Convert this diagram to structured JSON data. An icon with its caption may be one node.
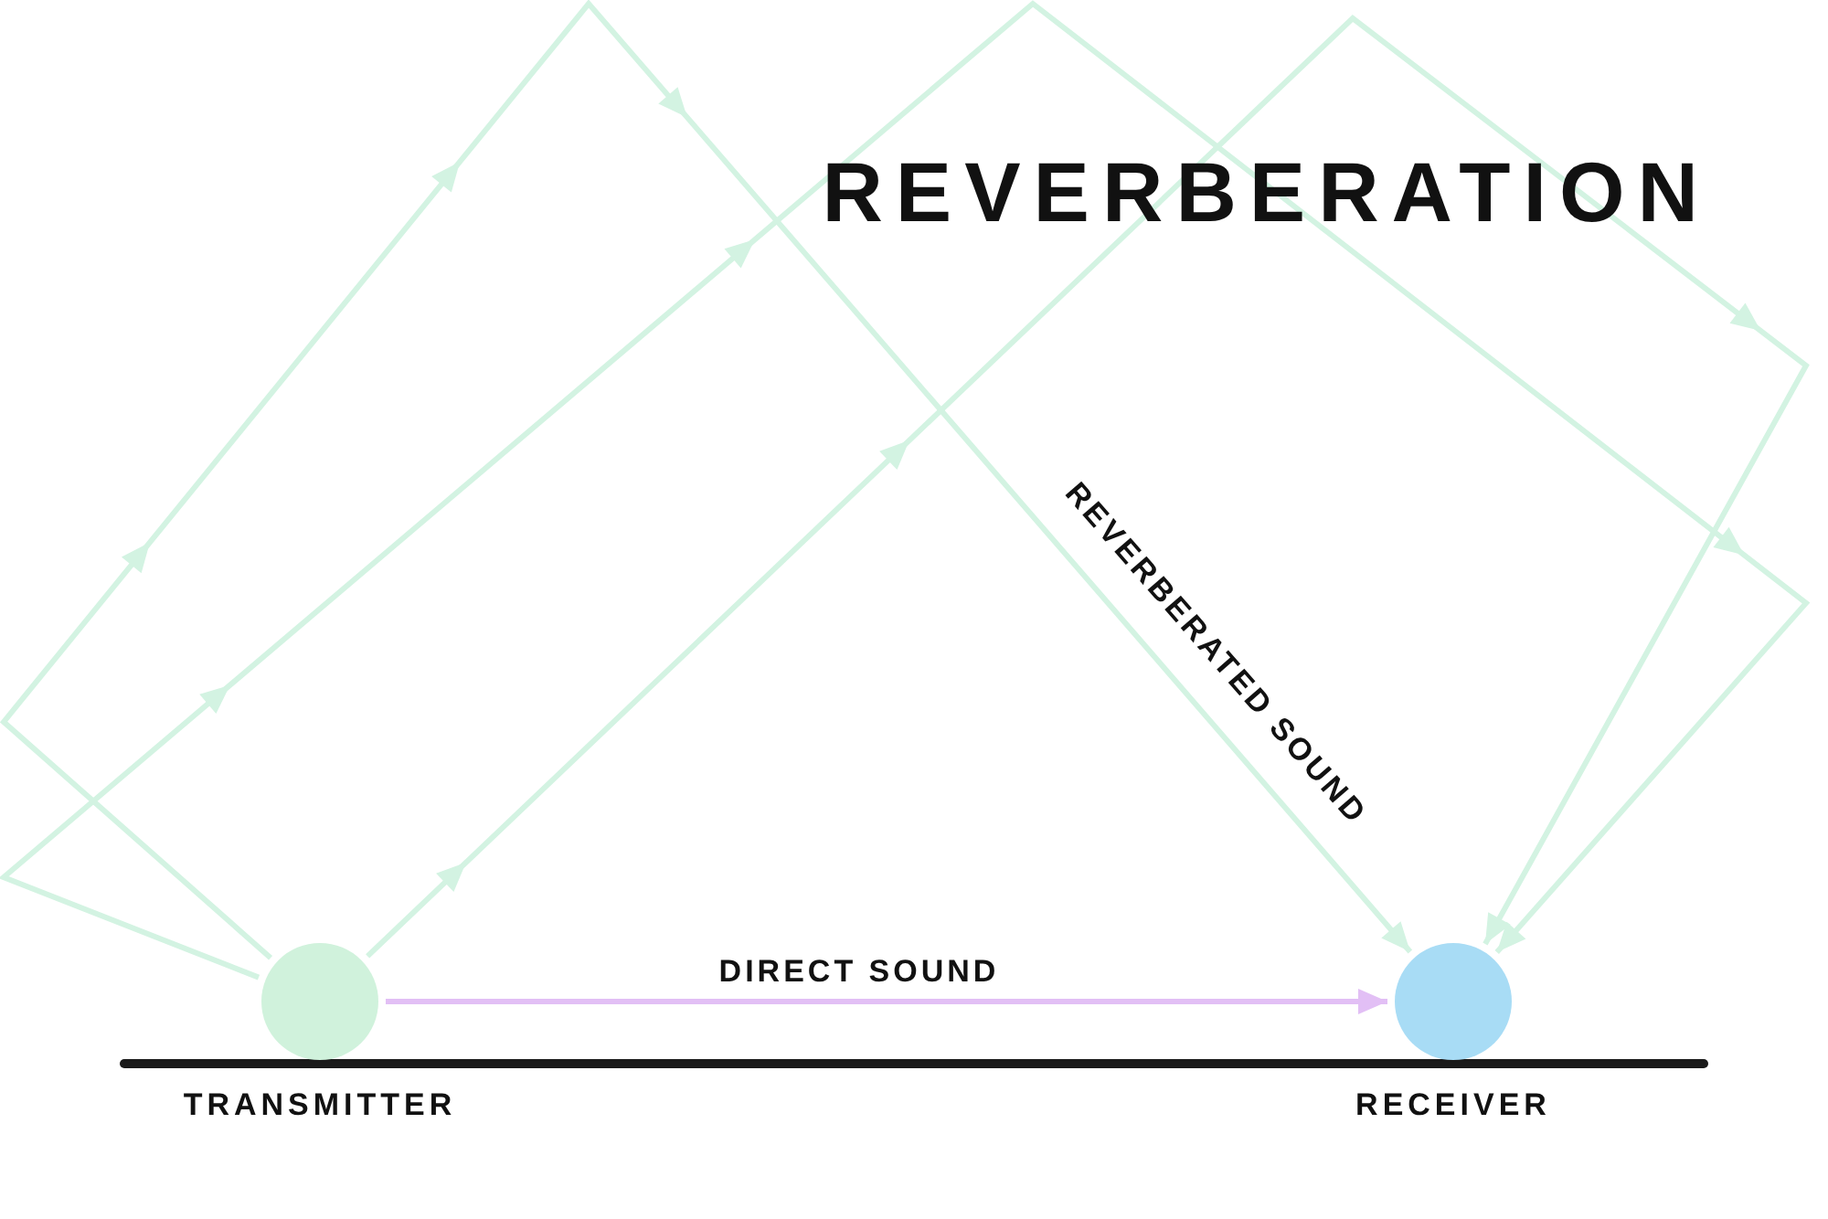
{
  "diagram": {
    "title": "REVERBERATION",
    "nodes": [
      {
        "text": [],
        "shape": "circle",
        "beside": [
          "TRANSMITTER"
        ]
      },
      {
        "text": [],
        "shape": "circle",
        "beside": [
          "RECEIVER"
        ]
      }
    ],
    "edges": [
      {
        "from": 0,
        "to": 1,
        "arrow": "to",
        "label": "DIRECT SOUND",
        "color": "#e2bff5"
      },
      {
        "from": 0,
        "to": 1,
        "arrow": "to",
        "label": "REVERBERATED SOUND"
      },
      {
        "from": 0,
        "to": 1,
        "arrow": "to"
      },
      {
        "from": 0,
        "to": 1,
        "arrow": "to"
      }
    ]
  }
}
